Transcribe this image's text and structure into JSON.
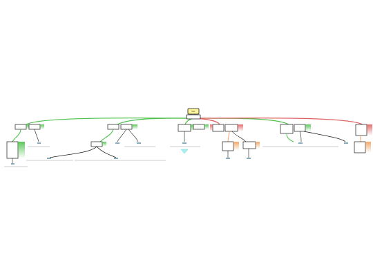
{
  "root": {
    "label": "Topic"
  },
  "subroot": {
    "label": ""
  },
  "nodes": [
    {
      "id": "n1"
    },
    {
      "id": "n2"
    },
    {
      "id": "n3"
    },
    {
      "id": "n4"
    },
    {
      "id": "n5"
    },
    {
      "id": "n6"
    },
    {
      "id": "n7"
    },
    {
      "id": "n8"
    },
    {
      "id": "n9"
    },
    {
      "id": "n10"
    },
    {
      "id": "n11"
    },
    {
      "id": "n12"
    },
    {
      "id": "n13"
    },
    {
      "id": "n14"
    },
    {
      "id": "n15"
    },
    {
      "id": "n16"
    },
    {
      "id": "n17"
    },
    {
      "id": "n18"
    },
    {
      "id": "n19"
    }
  ],
  "colors": {
    "green": "#4cc04a",
    "red": "#e06060",
    "orange": "#f0a060",
    "root_fill": "#fff59a",
    "dark": "#1a1a1a"
  }
}
